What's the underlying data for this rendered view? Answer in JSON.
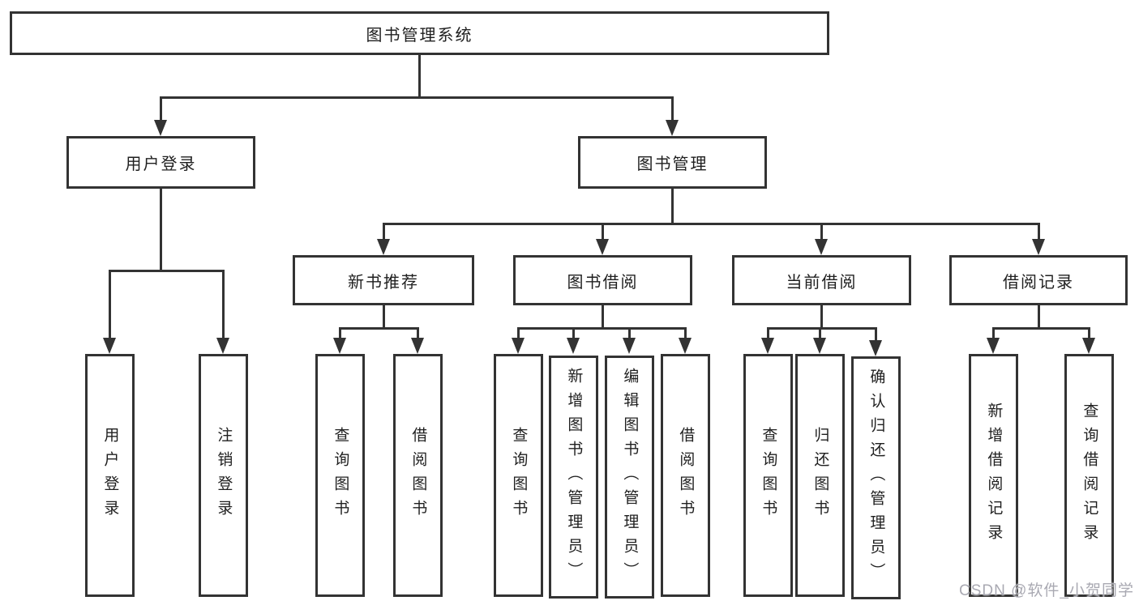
{
  "diagram": {
    "root": {
      "label": "图书管理系统"
    },
    "level2": [
      {
        "label": "用户登录",
        "children": [
          {
            "label": "用户登录"
          },
          {
            "label": "注销登录"
          }
        ]
      },
      {
        "label": "图书管理",
        "groups": [
          {
            "label": "新书推荐",
            "children": [
              {
                "label": "查询图书"
              },
              {
                "label": "借阅图书"
              }
            ]
          },
          {
            "label": "图书借阅",
            "children": [
              {
                "label": "查询图书"
              },
              {
                "label": "新增图书（管理员）"
              },
              {
                "label": "编辑图书（管理员）"
              },
              {
                "label": "借阅图书"
              }
            ]
          },
          {
            "label": "当前借阅",
            "children": [
              {
                "label": "查询图书"
              },
              {
                "label": "归还图书"
              },
              {
                "label": "确认归还（管理员）"
              }
            ]
          },
          {
            "label": "借阅记录",
            "children": [
              {
                "label": "新增借阅记录"
              },
              {
                "label": "查询借阅记录"
              }
            ]
          }
        ]
      }
    ]
  },
  "watermark": {
    "text": "CSDN @软件_小贺同学"
  },
  "colors": {
    "line": "#333333",
    "text": "#1f1f1f",
    "watermark": "#a9a9b2",
    "background": "#ffffff"
  }
}
